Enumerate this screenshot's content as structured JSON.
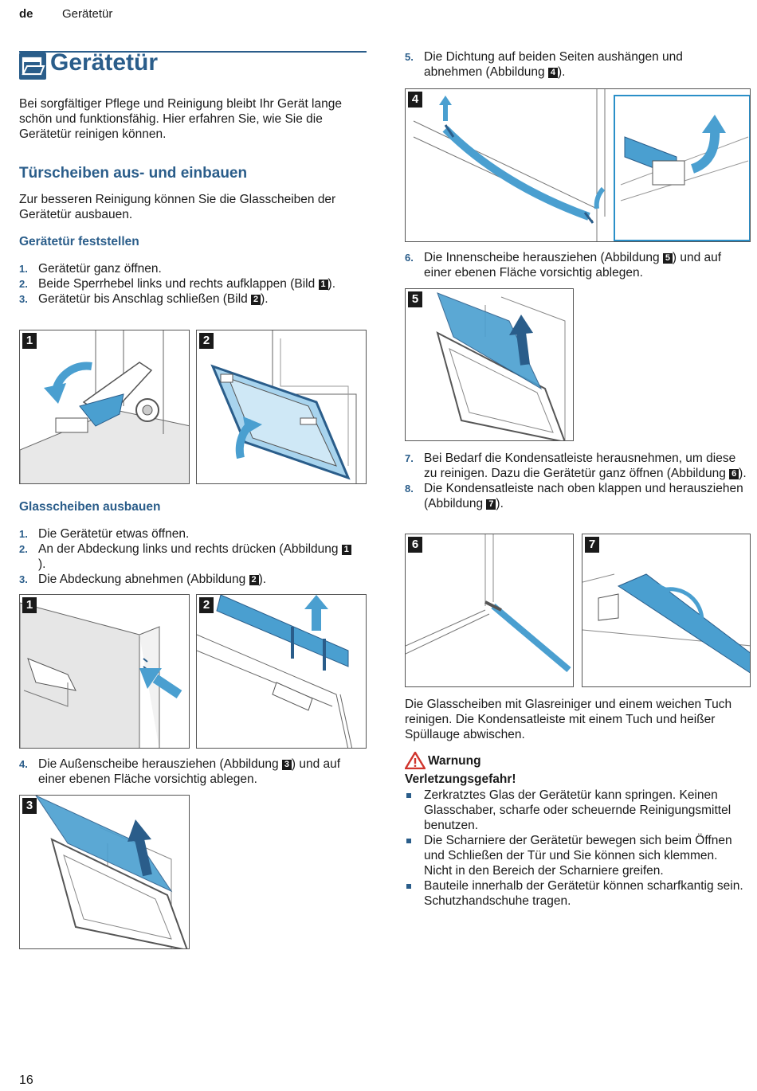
{
  "header": {
    "lang": "de",
    "section": "Gerätetür"
  },
  "title": "Gerätetür",
  "intro": "Bei sorgfältiger Pflege und Reinigung bleibt Ihr Gerät lange schön und funktionsfähig. Hier erfahren Sie, wie Sie die Gerätetür reinigen können.",
  "section1": {
    "heading": "Türscheiben aus- und einbauen",
    "text": "Zur besseren Reinigung können Sie die Glasscheiben der Gerätetür ausbauen.",
    "sub1": {
      "heading": "Gerätetür feststellen",
      "steps": [
        {
          "num": "1.",
          "text": "Gerätetür ganz öffnen."
        },
        {
          "num": "2.",
          "text": "Beide Sperrhebel links und rechts aufklappen (Bild ",
          "ref": "1",
          "after": ")."
        },
        {
          "num": "3.",
          "text": "Gerätetür bis Anschlag schließen (Bild ",
          "ref": "2",
          "after": ")."
        }
      ]
    },
    "sub2": {
      "heading": "Glasscheiben ausbauen",
      "steps": [
        {
          "num": "1.",
          "text": "Die Gerätetür etwas öffnen."
        },
        {
          "num": "2.",
          "text": "An der Abdeckung links und rechts drücken (Abbildung ",
          "ref": "1",
          "after": ")."
        },
        {
          "num": "3.",
          "text": "Die Abdeckung abnehmen (Abbildung ",
          "ref": "2",
          "after": ")."
        }
      ],
      "step4": {
        "num": "4.",
        "text": "Die Außenscheibe herausziehen (Abbildung ",
        "ref": "3",
        "after": ") und auf einer ebenen Fläche vorsichtig ablegen."
      }
    }
  },
  "right": {
    "step5": {
      "num": "5.",
      "text": "Die Dichtung auf beiden Seiten aushängen und abnehmen (Abbildung ",
      "ref": "4",
      "after": ")."
    },
    "step6": {
      "num": "6.",
      "text": "Die Innenscheibe herausziehen (Abbildung ",
      "ref": "5",
      "after": ") und auf einer ebenen Fläche vorsichtig ablegen."
    },
    "step7": {
      "num": "7.",
      "text": "Bei Bedarf die Kondensatleiste herausnehmen, um diese zu reinigen. Dazu die Gerätetür ganz öffnen (Abbildung ",
      "ref": "6",
      "after": ")."
    },
    "step8": {
      "num": "8.",
      "text": "Die Kondensatleiste nach oben klappen und herausziehen (Abbildung ",
      "ref": "7",
      "after": ")."
    },
    "cleaning": "Die Glasscheiben mit Glasreiniger und einem weichen Tuch reinigen. Die Kondensatleiste mit einem Tuch und heißer Spüllauge abwischen.",
    "warning": {
      "label": "Warnung",
      "title": "Verletzungsgefahr!",
      "items": [
        "Zerkratztes Glas der Gerätetür kann springen. Keinen Glasschaber, scharfe oder scheuernde Reinigungsmittel benutzen.",
        "Die Scharniere der Gerätetür bewegen sich beim Öffnen und Schließen der Tür und Sie können sich klemmen. Nicht in den Bereich der Scharniere greifen.",
        "Bauteile innerhalb der Gerätetür können scharfkantig sein. Schutzhandschuhe tragen."
      ]
    }
  },
  "figures": {
    "a1": "1",
    "a2": "2",
    "b1": "1",
    "b2": "2",
    "b3": "3",
    "c4": "4",
    "c5": "5",
    "c6": "6",
    "c7": "7"
  },
  "colors": {
    "accent": "#2a5d8a",
    "glass": "#4a9fd0"
  },
  "page_number": "16"
}
